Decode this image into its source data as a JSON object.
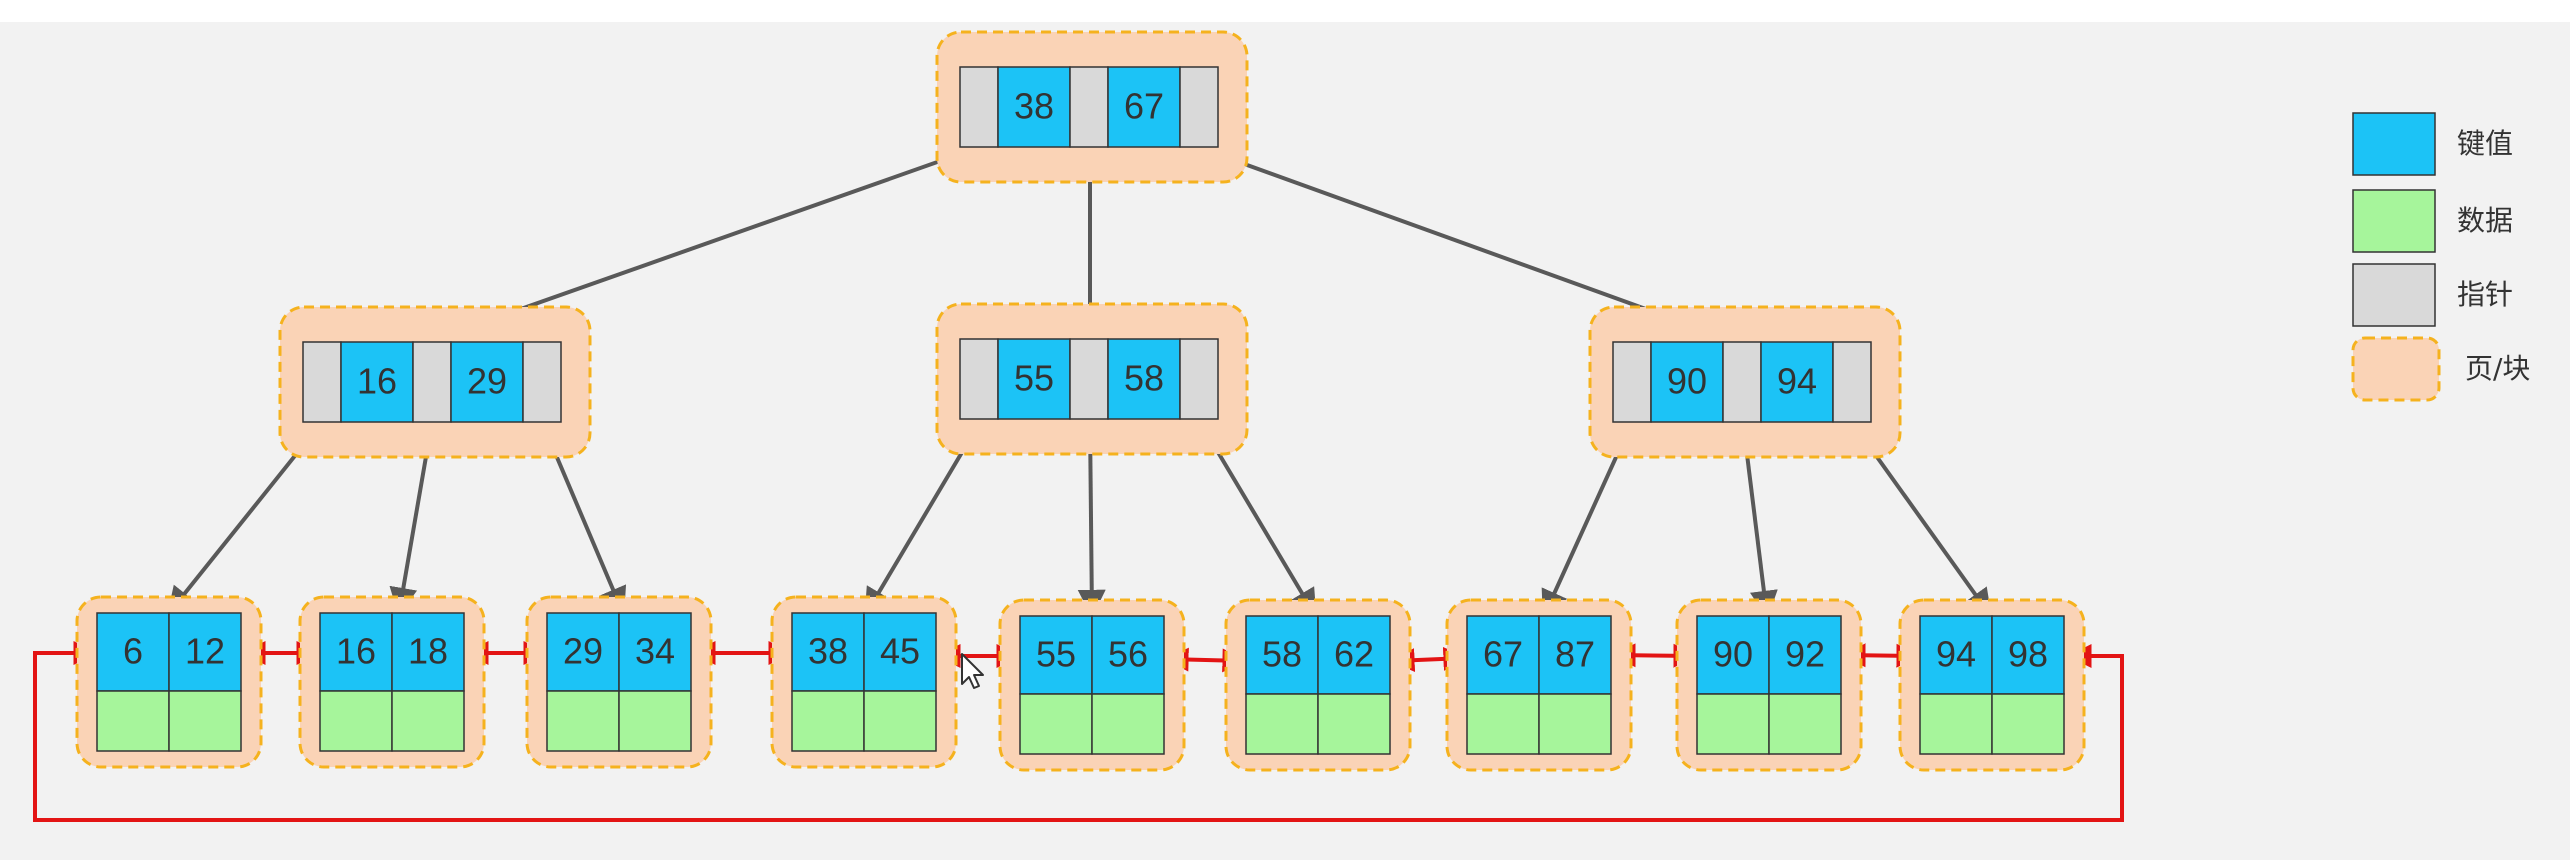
{
  "colors": {
    "key": "#1CC3F6",
    "data": "#A6F59B",
    "pointer": "#D9D9D9",
    "page": "#FAD3B6",
    "page_border": "#F5B21E",
    "arrow": "#595959",
    "link": "#E31414",
    "background": "#F2F2F2"
  },
  "tree": {
    "root": {
      "keys": [
        "38",
        "67"
      ]
    },
    "internal": [
      {
        "keys": [
          "16",
          "29"
        ]
      },
      {
        "keys": [
          "55",
          "58"
        ]
      },
      {
        "keys": [
          "90",
          "94"
        ]
      }
    ],
    "leaves": [
      {
        "keys": [
          "6",
          "12"
        ]
      },
      {
        "keys": [
          "16",
          "18"
        ]
      },
      {
        "keys": [
          "29",
          "34"
        ]
      },
      {
        "keys": [
          "38",
          "45"
        ]
      },
      {
        "keys": [
          "55",
          "56"
        ]
      },
      {
        "keys": [
          "58",
          "62"
        ]
      },
      {
        "keys": [
          "67",
          "87"
        ]
      },
      {
        "keys": [
          "90",
          "92"
        ]
      },
      {
        "keys": [
          "94",
          "98"
        ]
      }
    ]
  },
  "legend": [
    {
      "label": "键值",
      "swatch": "key"
    },
    {
      "label": "数据",
      "swatch": "data"
    },
    {
      "label": "指针",
      "swatch": "pointer"
    },
    {
      "label": "页/块",
      "swatch": "page"
    }
  ]
}
